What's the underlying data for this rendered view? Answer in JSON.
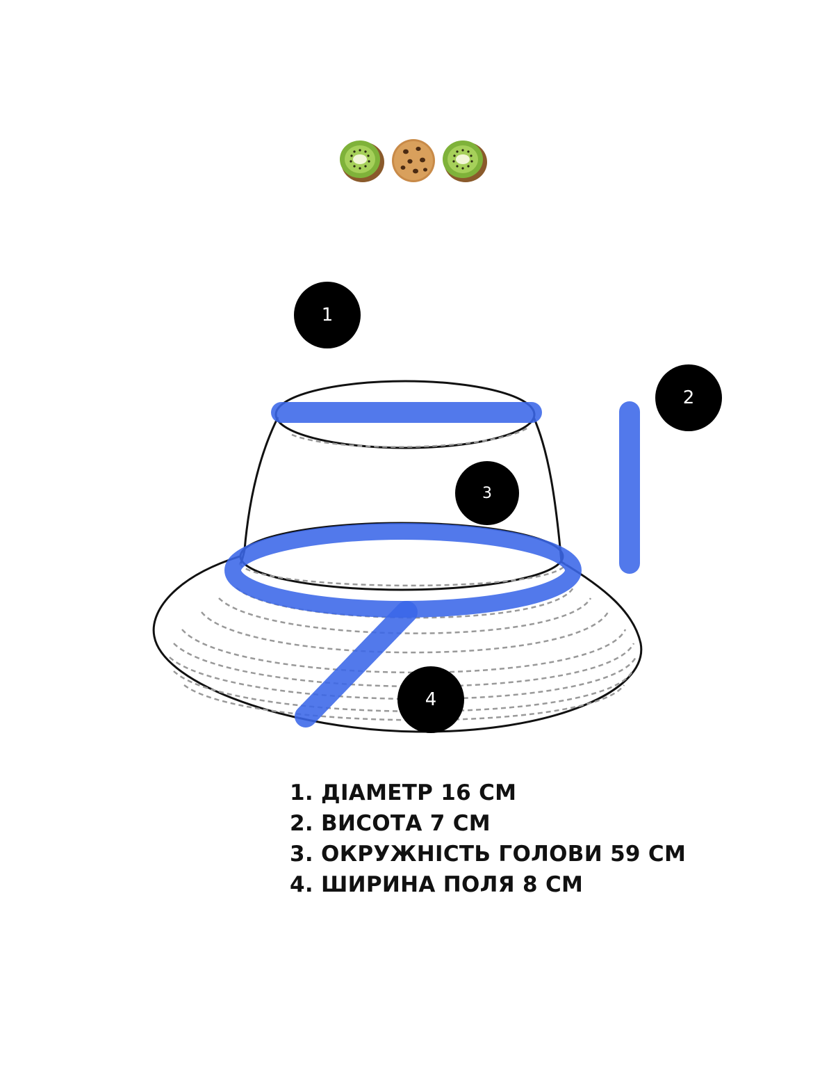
{
  "header": {
    "emojis": [
      {
        "icon": "kiwi-icon"
      },
      {
        "icon": "cookie-icon"
      },
      {
        "icon": "kiwi-icon"
      }
    ]
  },
  "diagram": {
    "markers": [
      {
        "label": "1"
      },
      {
        "label": "2"
      },
      {
        "label": "3"
      },
      {
        "label": "4"
      }
    ],
    "colors": {
      "highlight": "#3a66e8",
      "outline": "#111111",
      "marker_fill": "#000000",
      "marker_text": "#ffffff"
    }
  },
  "legend": {
    "items": [
      "1. ДІАМЕТР 16 СМ",
      "2. ВИСОТА 7 СМ",
      "3. ОКРУЖНІСТЬ ГОЛОВИ 59 СМ",
      "4. ШИРИНА ПОЛЯ 8 СМ"
    ]
  }
}
